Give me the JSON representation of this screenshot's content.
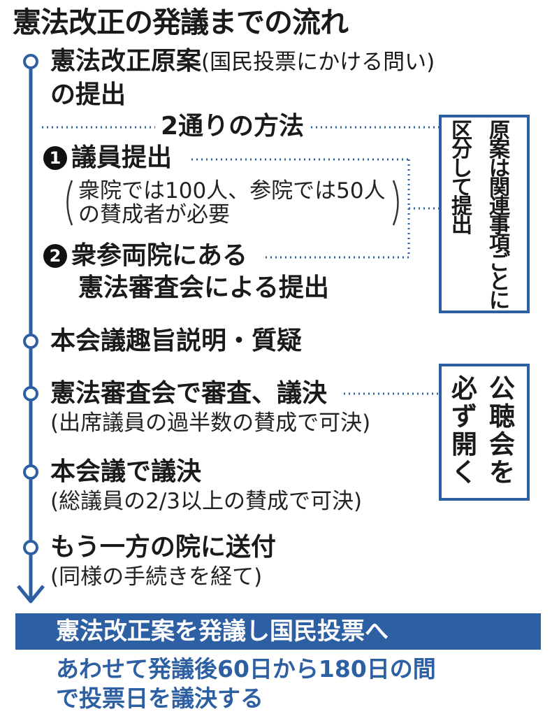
{
  "title": "憲法改正の発議までの流れ",
  "steps": {
    "s1_line1": "憲法改正原案",
    "s1_paren": "(国民投票にかける問い)",
    "s1_line2": "の提出",
    "methods_title": "2通りの方法",
    "m1_num": "1",
    "m1_label": "議員提出",
    "m1_note1": "衆院では100人、参院では50人",
    "m1_note2": "の賛成者が必要",
    "m2_num": "2",
    "m2_line1": "衆参両院にある",
    "m2_line2": "憲法審査会による提出",
    "s2": "本会議趣旨説明・質疑",
    "s3": "憲法審査会で審査、議決",
    "s3_note": "(出席議員の過半数の賛成で可決)",
    "s4": "本会議で議決",
    "s4_note": "(総議員の2/3以上の賛成で可決)",
    "s5": "もう一方の院に送付",
    "s5_note": "(同様の手続きを経て)"
  },
  "box1": {
    "col1": [
      "区",
      "分",
      "し",
      "て",
      "提",
      "出"
    ],
    "col2": [
      "原",
      "案",
      "は",
      "関",
      "連",
      "事",
      "項",
      "ご",
      "と",
      "に"
    ]
  },
  "box2": {
    "col1": [
      "必",
      "ず",
      "開",
      "く"
    ],
    "col2": [
      "公",
      "聴",
      "会",
      "を"
    ]
  },
  "result": "憲法改正案を発議し国民投票へ",
  "note1": "あわせて発議後60日から180日の間",
  "note2": "で投票日を議決する",
  "colors": {
    "accent": "#2d5fa3",
    "text": "#1a1a1a"
  }
}
